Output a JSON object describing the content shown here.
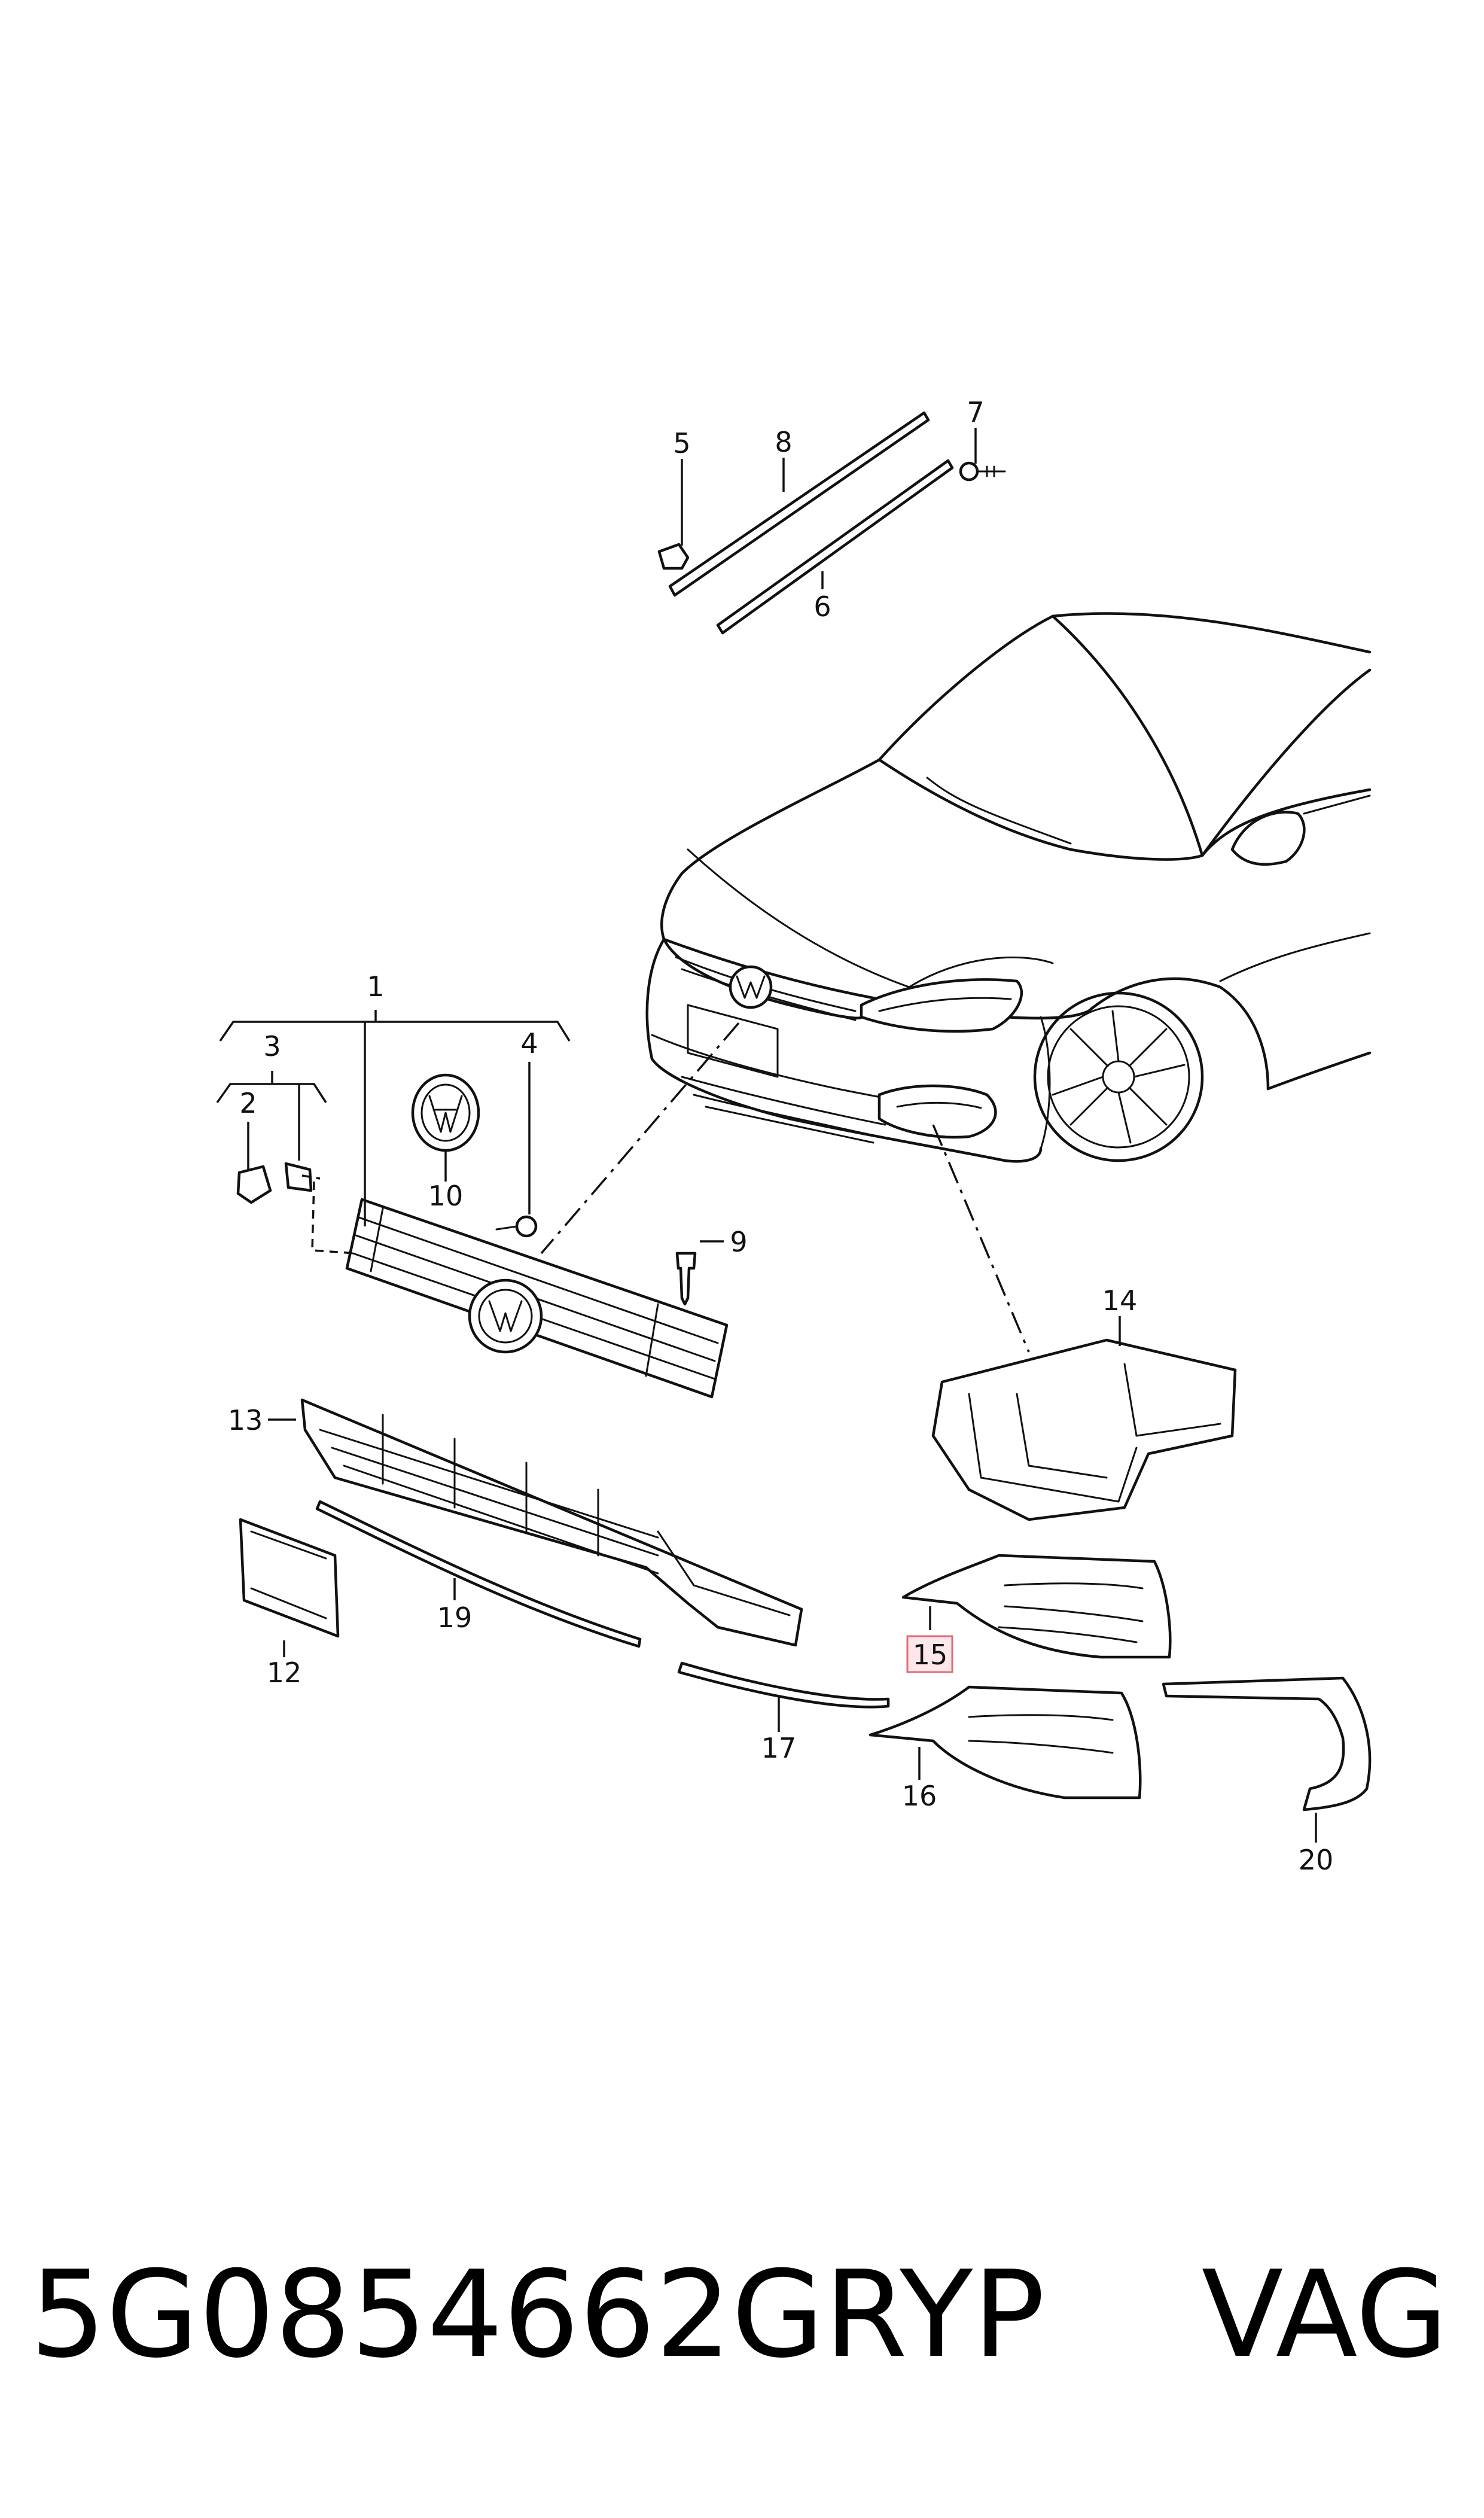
{
  "callouts": {
    "c1": "1",
    "c2": "2",
    "c3": "3",
    "c4": "4",
    "c5": "5",
    "c6": "6",
    "c7": "7",
    "c8": "8",
    "c9": "9",
    "c10": "10",
    "c12": "12",
    "c13": "13",
    "c14": "14",
    "c15": "15",
    "c16": "16",
    "c17": "17",
    "c19": "19",
    "c20": "20"
  },
  "highlighted_callout": "15",
  "footer": {
    "part_number": "5G0854662GRYP",
    "brand": "VAG"
  },
  "colors": {
    "line": "#111111",
    "highlight_fill": "#fde7ea",
    "highlight_border": "#e06b78"
  }
}
